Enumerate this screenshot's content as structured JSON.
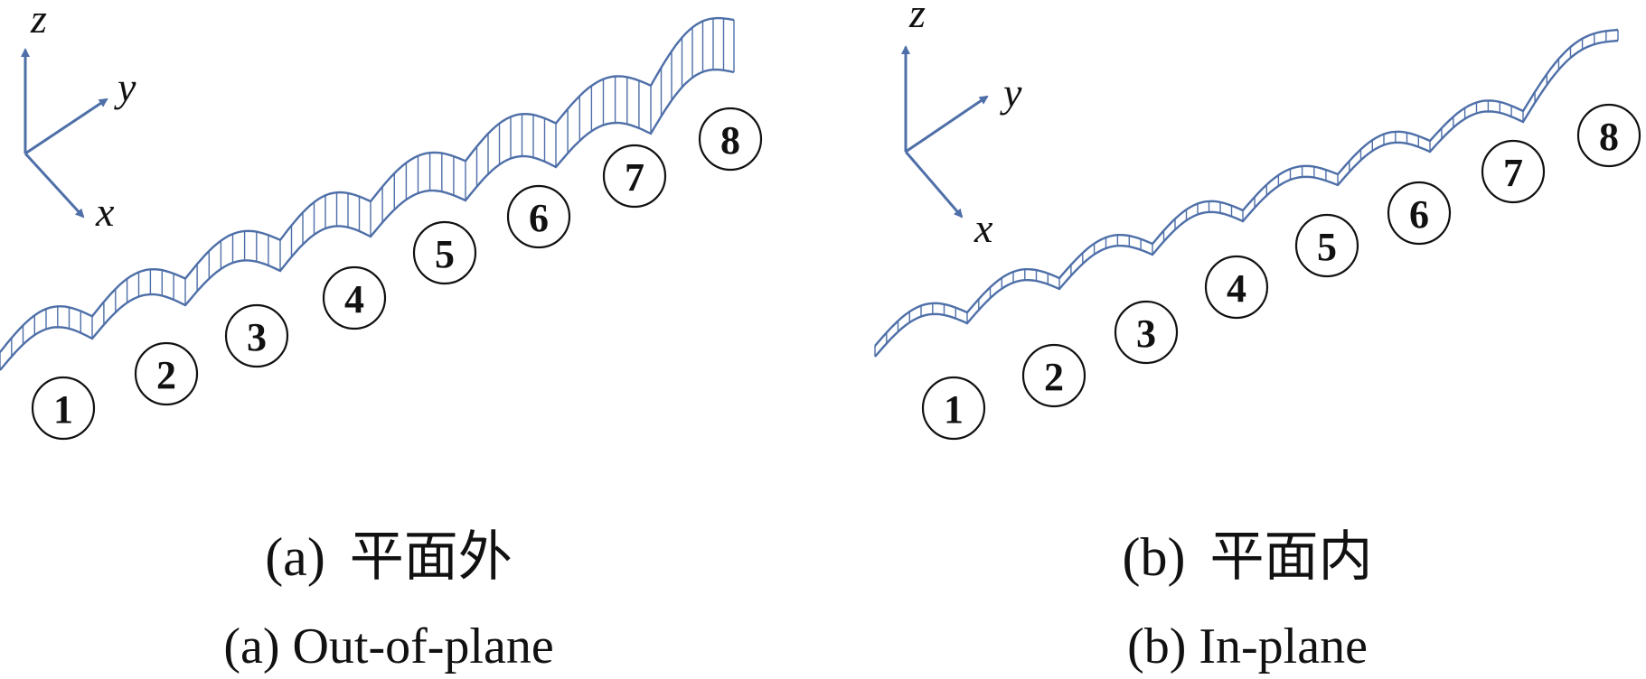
{
  "axes_labels": {
    "z": "z",
    "y": "y",
    "x": "x"
  },
  "colors": {
    "mode_shape": "#4e6fa8",
    "axis": "#4e6fa8",
    "text": "#111111"
  },
  "panels": [
    {
      "id": "a",
      "caption_label": "(a)",
      "caption_zh": "平面外",
      "caption_en": "(a) Out-of-plane",
      "arch_labels": [
        "①",
        "②",
        "③",
        "④",
        "⑤",
        "⑥",
        "⑦",
        "⑧"
      ]
    },
    {
      "id": "b",
      "caption_label": "(b)",
      "caption_zh": "平面内",
      "caption_en": "(b) In-plane",
      "arch_labels": [
        "①",
        "②",
        "③",
        "④",
        "⑤",
        "⑥",
        "⑦",
        "⑧"
      ]
    }
  ]
}
